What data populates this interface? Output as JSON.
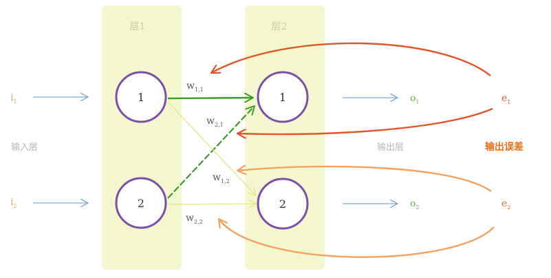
{
  "layers": [
    {
      "label": "层1"
    },
    {
      "label": "层2"
    }
  ],
  "inputs": [
    {
      "label": "i",
      "sub": "1"
    },
    {
      "label": "i",
      "sub": "2"
    }
  ],
  "input_layer_label": "输入层",
  "output_layer_label": "输出层",
  "output_error_label": "输出误差",
  "layer1_nodes": [
    "1",
    "2"
  ],
  "layer2_nodes": [
    "1",
    "2"
  ],
  "outputs": [
    {
      "label": "o",
      "sub": "1"
    },
    {
      "label": "o",
      "sub": "2"
    }
  ],
  "errors": [
    {
      "label": "e",
      "sub": "1"
    },
    {
      "label": "e",
      "sub": "2"
    }
  ],
  "weights": [
    {
      "label": "w",
      "sub": "1,1"
    },
    {
      "label": "w",
      "sub": "2,1"
    },
    {
      "label": "w",
      "sub": "1,2"
    },
    {
      "label": "w",
      "sub": "2,2"
    }
  ],
  "colors": {
    "layer_band": "#f4f6cf",
    "node_stroke": "#7b4fa6",
    "input_blue": "#7aa9dc",
    "weight_strong_green": "#3f9a2e",
    "weight_light_yellow": "#e2e98a",
    "error_red": "#e0552b",
    "error_orange": "#f3a25f",
    "error_label": "#e8701c"
  }
}
